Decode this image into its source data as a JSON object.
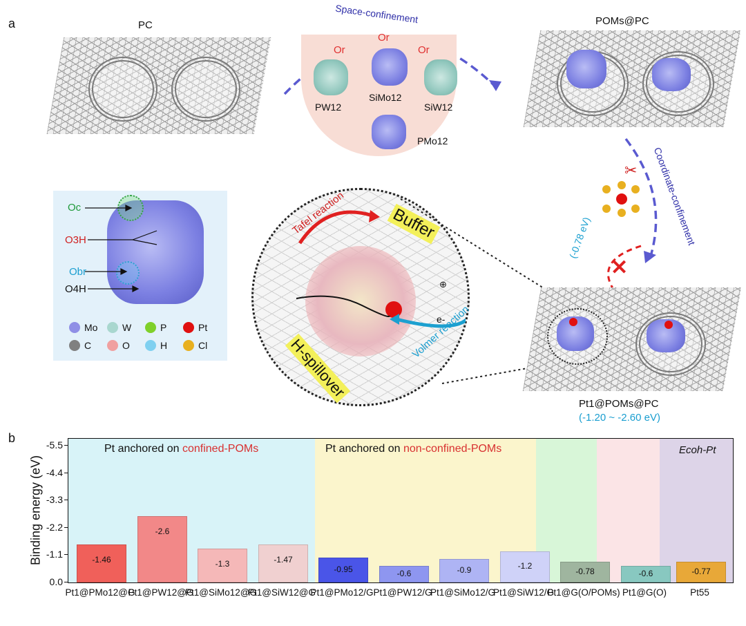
{
  "panel_a": {
    "letter": "a",
    "pc_label": "PC",
    "poms_pc_label": "POMs@PC",
    "space_confinement": "Space-confinement",
    "coordinate_confinement": "Coordinate-confinement",
    "or_label": "Or",
    "pw12": "PW12",
    "simo12": "SiMo12",
    "siw12": "SiW12",
    "pmo12": "PMo12",
    "energy_small": "(-0.78 eV)",
    "tafel": "Tafel reaction",
    "volmer": "Volmer reaction",
    "buffer": "Buffer",
    "hspill": "H-spillover",
    "electron": "e-",
    "plus": "⊕",
    "final_label": "Pt1@POMs@PC",
    "final_energy": "(-1.20 ~ -2.60 eV)",
    "legend_labels": {
      "oc": "Oc",
      "o3h": "O3H",
      "obr": "Obr",
      "o4h": "O4H"
    },
    "elements": [
      {
        "sym": "Mo",
        "color": "#8f8fe6"
      },
      {
        "sym": "W",
        "color": "#a9d7cf"
      },
      {
        "sym": "P",
        "color": "#7fd02a"
      },
      {
        "sym": "Pt",
        "color": "#e01010"
      },
      {
        "sym": "C",
        "color": "#808080"
      },
      {
        "sym": "O",
        "color": "#f0a0a0"
      },
      {
        "sym": "H",
        "color": "#7fd0f0"
      },
      {
        "sym": "Cl",
        "color": "#e8b020"
      }
    ]
  },
  "panel_b": {
    "letter": "b",
    "group_confined": "Pt anchored on ",
    "group_confined_hl": "confined-POMs",
    "group_nonconfined": "Pt anchored on ",
    "group_nonconfined_hl": "non-confined-POMs",
    "ecoh": "Ecoh-Pt"
  },
  "chart_data": {
    "type": "bar",
    "ylabel": "Binding energy (eV)",
    "ylim": [
      0.0,
      -5.5
    ],
    "yticks": [
      "-5.5",
      "-4.4",
      "-3.3",
      "-2.2",
      "-1.1",
      "0.0"
    ],
    "categories": [
      "Pt1@PMo12@G",
      "Pt1@PW12@G",
      "Pt1@SiMo12@G",
      "Pt1@SiW12@G",
      "Pt1@PMo12/G",
      "Pt1@PW12/G",
      "Pt1@SiMo12/G",
      "Pt1@SiW12/G",
      "Pt1@G(O/POMs)",
      "Pt1@G(O)",
      "Pt55"
    ],
    "values": [
      -1.46,
      -2.6,
      -1.3,
      -1.47,
      -0.95,
      -0.6,
      -0.9,
      -1.2,
      -0.78,
      -0.6,
      -0.77
    ],
    "value_labels": [
      "-1.46",
      "-2.6",
      "-1.3",
      "-1.47",
      "-0.95",
      "-0.6",
      "-0.9",
      "-1.2",
      "-0.78",
      "-0.6",
      "-0.77"
    ],
    "bar_colors": [
      "#f0605a",
      "#f28888",
      "#f5b8b8",
      "#f0d0d0",
      "#4a55e8",
      "#8e96f0",
      "#aeb4f4",
      "#cfd2f8",
      "#9fb59f",
      "#88c8c0",
      "#e8a838"
    ],
    "grid": false,
    "legend": "none"
  }
}
